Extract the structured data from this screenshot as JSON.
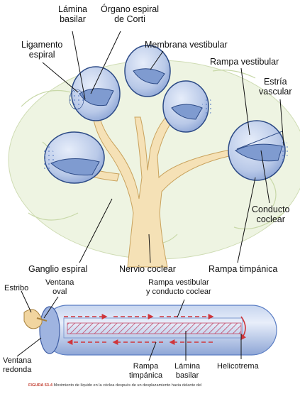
{
  "top_figure": {
    "labels": {
      "lamina_basilar": "Lámina\nbasilar",
      "organo_corti": "Órgano espiral\nde Corti",
      "ligamento_espiral": "Ligamento\nespiral",
      "membrana_vestibular": "Membrana vestibular",
      "rampa_vestibular": "Rampa vestibular",
      "estria_vascular": "Estría\nvascular",
      "conducto_coclear": "Conducto\ncoclear",
      "ganglio_espiral": "Ganglio espiral",
      "nervio_coclear": "Nervio coclear",
      "rampa_timpanica": "Rampa timpánica"
    }
  },
  "bottom_figure": {
    "labels": {
      "estribo": "Estribo",
      "ventana_oval": "Ventana\noval",
      "rampa_vest_conducto": "Rampa vestibular\ny conducto coclear",
      "ventana_redonda": "Ventana\nredonda",
      "rampa_timpanica": "Rampa\ntimpánica",
      "lamina_basilar": "Lámina\nbasilar",
      "helicotrema": "Helicotrema"
    }
  },
  "caption": {
    "figure_number": "FIGURA 53-4",
    "text": "Movimiento de líquido en la cóclea después de un desplazamiento hacia delante del"
  },
  "colors": {
    "chamber_fill": "#b9c9e8",
    "chamber_stroke": "#2c4a86",
    "nerve": "#f1d9a8",
    "nerve_stroke": "#c9a25c",
    "bone_dots": "#e8f0d8",
    "arrow": "#d0353a"
  }
}
